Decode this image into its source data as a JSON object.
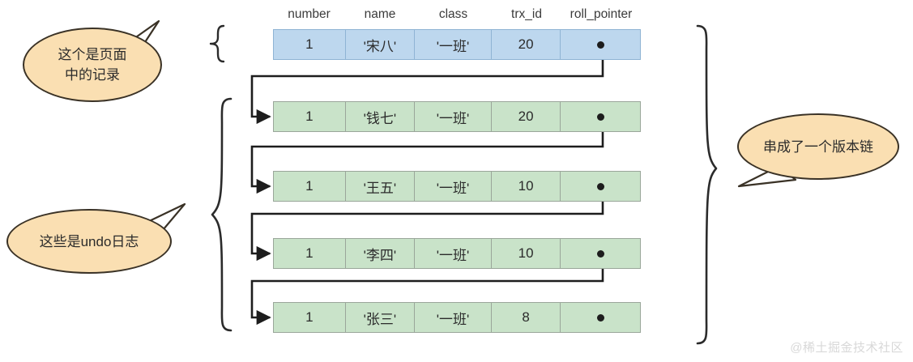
{
  "diagram": {
    "title": "InnoDB MVCC version chain (undo log) diagram",
    "colors": {
      "current_row_fill": "#bdd7ee",
      "undo_row_fill": "#c9e3c9",
      "callout_fill": "#fadfb2",
      "line": "#1d1d1d",
      "row_border": "#9aa69a"
    }
  },
  "table": {
    "columns": [
      {
        "key": "number",
        "label": "number"
      },
      {
        "key": "name",
        "label": "name"
      },
      {
        "key": "class",
        "label": "class"
      },
      {
        "key": "trx_id",
        "label": "trx_id"
      },
      {
        "key": "roll_pointer",
        "label": "roll_pointer"
      }
    ],
    "rows": [
      {
        "kind": "current-record",
        "fill": "blue",
        "number": "1",
        "name": "'宋八'",
        "class": "'一班'",
        "trx_id": "20",
        "roll_pointer": "●",
        "has_pointer_dot": true,
        "points_to_next": true
      },
      {
        "kind": "undo-log",
        "fill": "green",
        "number": "1",
        "name": "'钱七'",
        "class": "'一班'",
        "trx_id": "20",
        "roll_pointer": "●",
        "has_pointer_dot": true,
        "points_to_next": true
      },
      {
        "kind": "undo-log",
        "fill": "green",
        "number": "1",
        "name": "'王五'",
        "class": "'一班'",
        "trx_id": "10",
        "roll_pointer": "●",
        "has_pointer_dot": true,
        "points_to_next": true
      },
      {
        "kind": "undo-log",
        "fill": "green",
        "number": "1",
        "name": "'李四'",
        "class": "'一班'",
        "trx_id": "10",
        "roll_pointer": "●",
        "has_pointer_dot": true,
        "points_to_next": true
      },
      {
        "kind": "undo-log",
        "fill": "green",
        "number": "1",
        "name": "'张三'",
        "class": "'一班'",
        "trx_id": "8",
        "roll_pointer": "●",
        "has_pointer_dot": true,
        "points_to_next": false
      }
    ]
  },
  "callouts": {
    "page_record": {
      "line1": "这个是页面",
      "line2": "中的记录"
    },
    "undo_logs": {
      "line1": "这些是undo日志"
    },
    "version_chain": {
      "line1": "串成了一个版本链"
    }
  },
  "braces": {
    "top_left": "{",
    "bottom_left": "{",
    "right": "}"
  },
  "watermark": {
    "text": "@稀土掘金技术社区"
  }
}
